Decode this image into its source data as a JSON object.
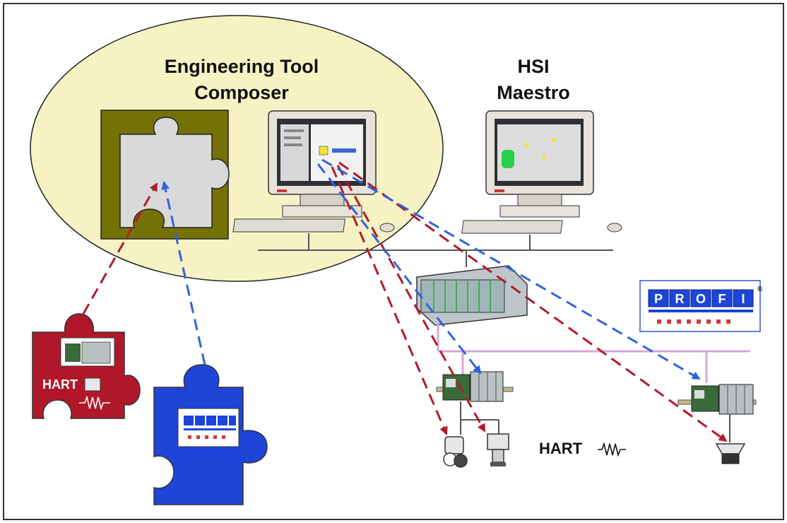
{
  "labels": {
    "composer_title_line1": "Engineering Tool",
    "composer_title_line2": "Composer",
    "hsi_title_line1": "HSI",
    "hsi_title_line2": "Maestro",
    "hart_module_label": "HART",
    "hart_bus_label": "HART"
  },
  "profibus_logo": {
    "letters": [
      "P",
      "R",
      "O",
      "F",
      "I"
    ],
    "registered_mark": "®"
  },
  "colors": {
    "ellipse_fill": "#f7f2c4",
    "puzzle_frame": "#757205",
    "puzzle_piece": "#d9d9d9",
    "hart_piece": "#b0182a",
    "profi_piece": "#1e44d8",
    "red_arrow": "#b21a2a",
    "blue_arrow": "#2f64dc",
    "profi_bus": "#d9a6dc",
    "monitor_body": "#e7e3da"
  }
}
